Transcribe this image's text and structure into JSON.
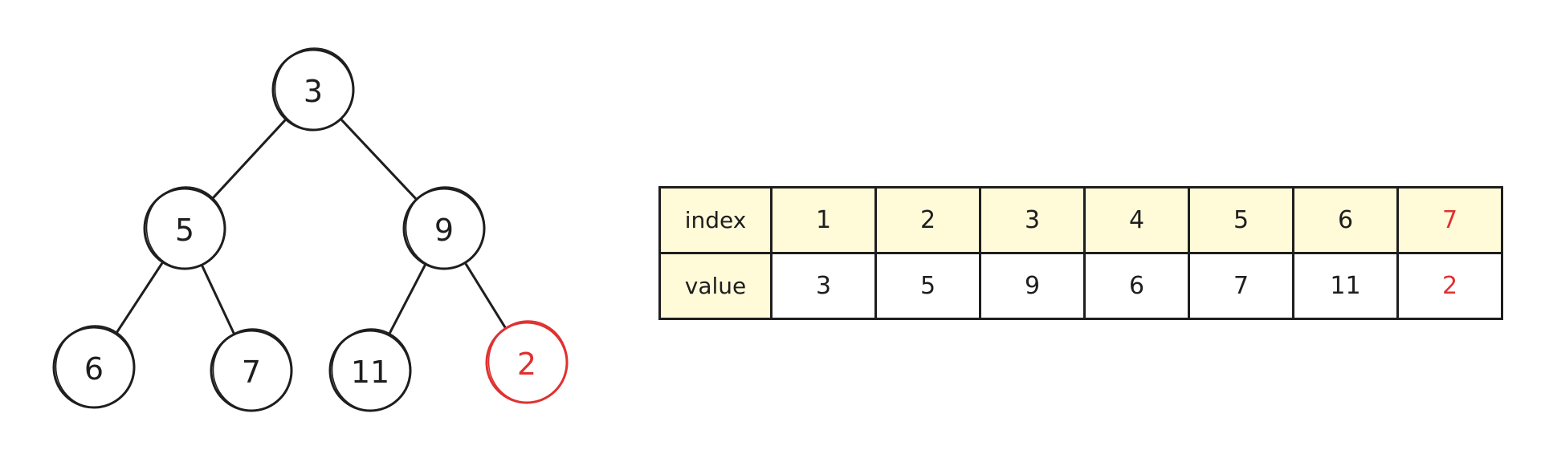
{
  "colors": {
    "ink": "#1e1e1e",
    "highlight": "#e03131",
    "header_fill": "#fffbd9"
  },
  "tree": {
    "nodes": [
      {
        "value": "3",
        "highlight": false
      },
      {
        "value": "5",
        "highlight": false
      },
      {
        "value": "9",
        "highlight": false
      },
      {
        "value": "6",
        "highlight": false
      },
      {
        "value": "7",
        "highlight": false
      },
      {
        "value": "11",
        "highlight": false
      },
      {
        "value": "2",
        "highlight": true
      }
    ],
    "edges": [
      [
        0,
        1
      ],
      [
        0,
        2
      ],
      [
        1,
        3
      ],
      [
        1,
        4
      ],
      [
        2,
        5
      ],
      [
        2,
        6
      ]
    ]
  },
  "table": {
    "index_label": "index",
    "value_label": "value",
    "indices": [
      "1",
      "2",
      "3",
      "4",
      "5",
      "6",
      "7"
    ],
    "values": [
      "3",
      "5",
      "9",
      "6",
      "7",
      "11",
      "2"
    ],
    "highlight_column": 6
  }
}
